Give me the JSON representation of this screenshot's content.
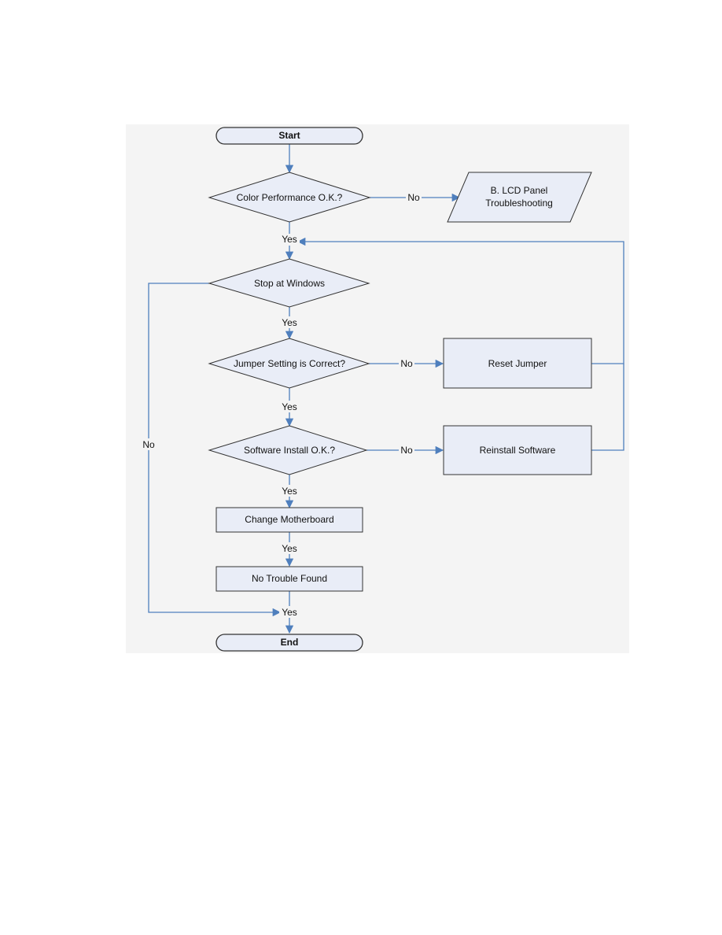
{
  "flowchart": {
    "nodes": {
      "start": "Start",
      "color_check": "Color Performance O.K.?",
      "lcd_line1": "B. LCD Panel",
      "lcd_line2": "Troubleshooting",
      "stop_windows": "Stop at Windows",
      "jumper_check": "Jumper Setting is Correct?",
      "reset_jumper": "Reset Jumper",
      "software_check": "Software Install O.K.?",
      "reinstall_software": "Reinstall Software",
      "change_motherboard": "Change Motherboard",
      "no_trouble": "No Trouble Found",
      "end": "End"
    },
    "edge_labels": {
      "color_no": "No",
      "color_yes": "Yes",
      "stop_yes": "Yes",
      "stop_no": "No",
      "jumper_no": "No",
      "jumper_yes": "Yes",
      "software_no": "No",
      "software_yes": "Yes",
      "motherboard_yes": "Yes",
      "final_yes": "Yes"
    },
    "colors": {
      "node_fill": "#e9edf7",
      "connector": "#4f7fbd",
      "panel_background": "#f4f4f4"
    }
  }
}
